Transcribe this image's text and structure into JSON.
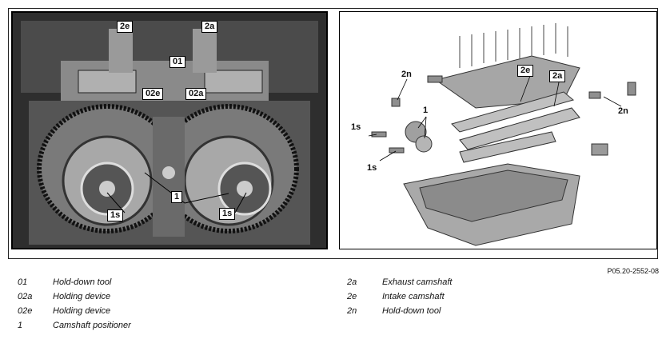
{
  "photo_labels": {
    "l2e": "2e",
    "l2a": "2a",
    "l01": "01",
    "l02e": "02e",
    "l02a": "02a",
    "l1": "1",
    "l1s_left": "1s",
    "l1s_right": "1s"
  },
  "drawing_labels": {
    "l2n_left": "2n",
    "l2n_right": "2n",
    "l2e": "2e",
    "l2a": "2a",
    "l1": "1",
    "l1s_top": "1s",
    "l1s_bottom": "1s"
  },
  "figure_ref": "P05.20-2552-08",
  "legend_left": [
    {
      "code": "01",
      "desc": "Hold-down tool"
    },
    {
      "code": "02a",
      "desc": "Holding device"
    },
    {
      "code": "02e",
      "desc": "Holding device"
    },
    {
      "code": "1",
      "desc": "Camshaft positioner"
    }
  ],
  "legend_right": [
    {
      "code": "2a",
      "desc": "Exhaust camshaft"
    },
    {
      "code": "2e",
      "desc": "Intake camshaft"
    },
    {
      "code": "2n",
      "desc": "Hold-down tool"
    }
  ]
}
